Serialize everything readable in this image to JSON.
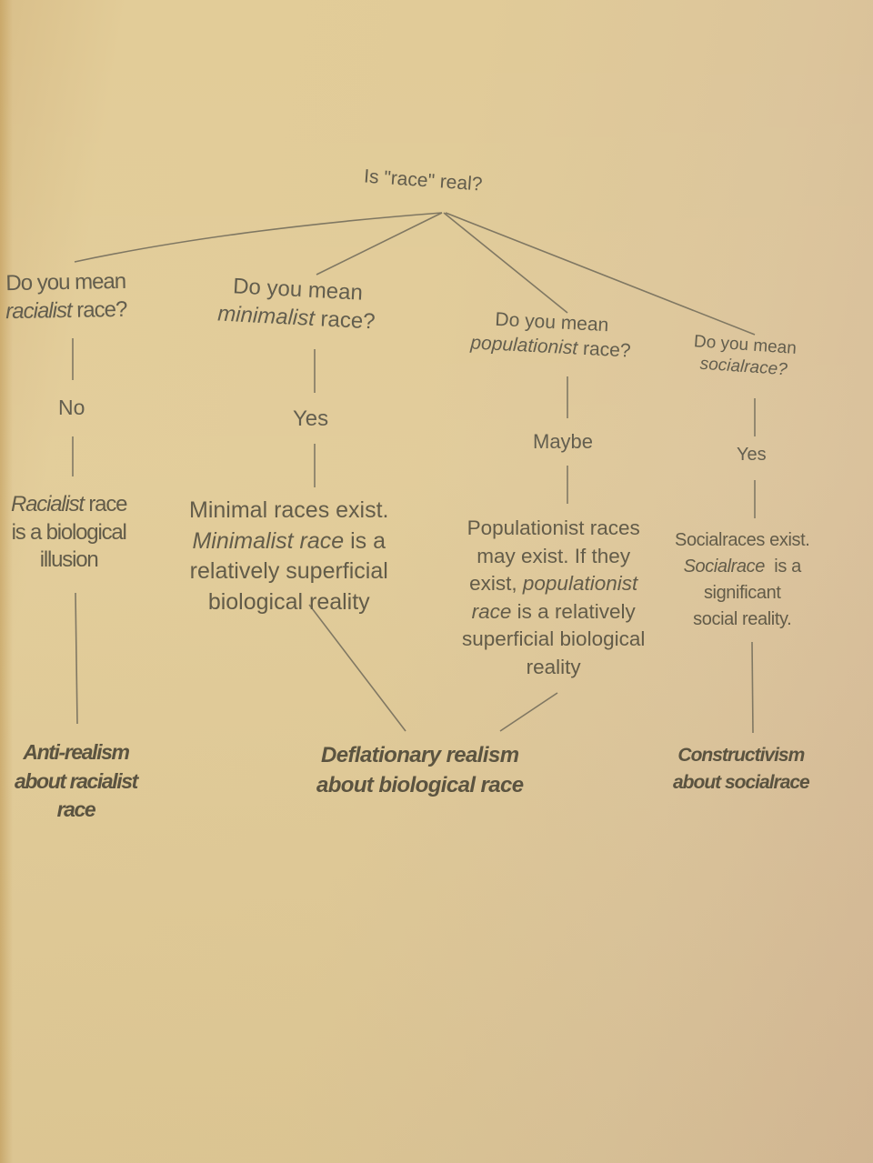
{
  "colors": {
    "paper": "#e1cb98",
    "ink": "#5e5744",
    "line": "#7d7560"
  },
  "diagram": {
    "root": {
      "text": "Is \"race\" real?"
    },
    "branches": [
      {
        "id": "racialist",
        "question": {
          "line1": "Do you mean",
          "italic": "racialist",
          "rest": " race?"
        },
        "answer": "No",
        "conclusion": {
          "italic": "Racialist",
          "line1_rest": " race",
          "line2": "is a biological",
          "line3": "illusion"
        },
        "view": {
          "line1": "Anti-realism",
          "line2": "about racialist",
          "line3": "race"
        }
      },
      {
        "id": "minimalist",
        "question": {
          "line1": "Do you mean",
          "italic": "minimalist",
          "rest": " race?"
        },
        "answer": "Yes",
        "conclusion": {
          "line1": "Minimal races exist.",
          "italic": "Minimalist race",
          "line2_rest": " is a",
          "line3": "relatively superficial",
          "line4": "biological reality"
        }
      },
      {
        "id": "populationist",
        "question": {
          "line1": "Do you mean",
          "italic": "populationist",
          "rest": " race?"
        },
        "answer": "Maybe",
        "conclusion": {
          "line1": "Populationist races",
          "line2": "may exist. If they",
          "line3_prefix": "exist, ",
          "line3_italic": "populationist",
          "line4_italic": "race",
          "line4_rest": " is a relatively",
          "line5": "superficial biological",
          "line6": "reality"
        }
      },
      {
        "id": "socialrace",
        "question": {
          "line1": "Do you mean",
          "italic": "socialrace?"
        },
        "answer": "Yes",
        "conclusion": {
          "line1": "Socialraces exist.",
          "italic": "Socialrace",
          "line2_rest": "  is a",
          "line3": "significant",
          "line4": "social reality."
        },
        "view": {
          "line1": "Constructivism",
          "line2": "about socialrace"
        }
      }
    ],
    "shared_view": {
      "from": [
        "minimalist",
        "populationist"
      ],
      "line1": "Deflationary realism",
      "line2": "about biological race"
    }
  }
}
